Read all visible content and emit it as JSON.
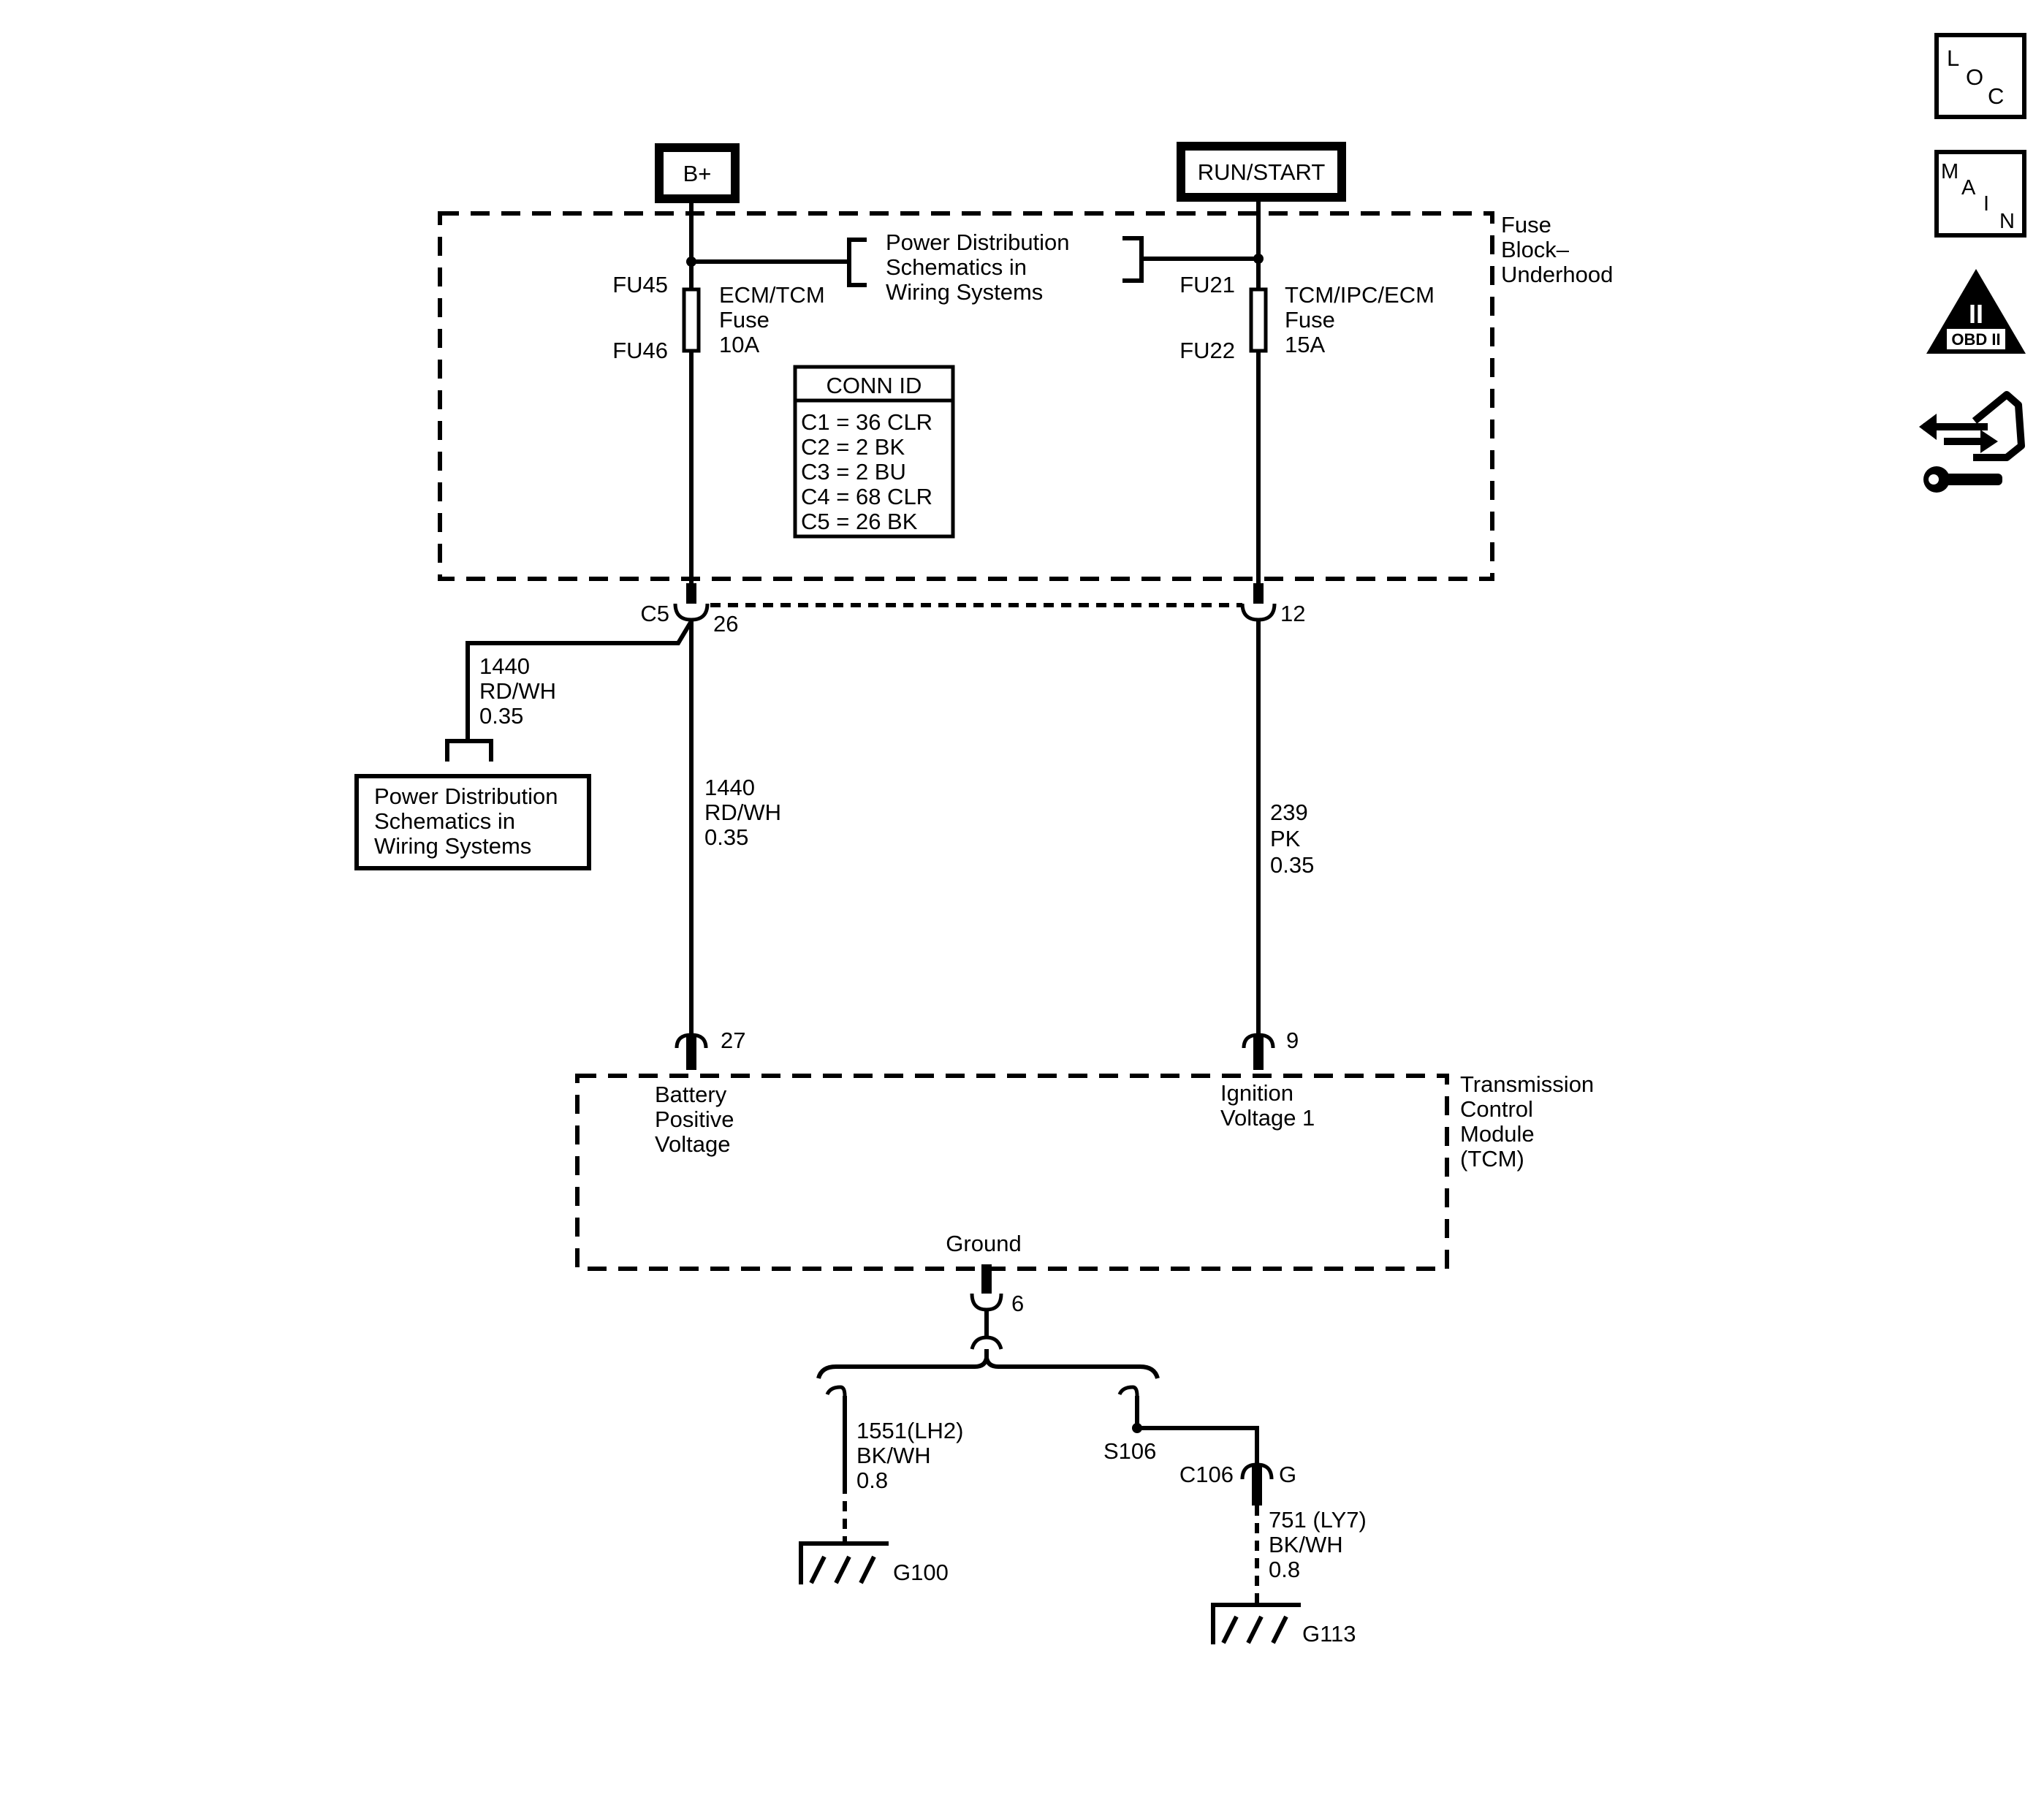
{
  "power_sources": {
    "bplus": "B+",
    "run_start": "RUN/START"
  },
  "fuse_block": {
    "label_line1": "Fuse",
    "label_line2": "Block–",
    "label_line3": "Underhood",
    "power_ref_line1": "Power Distribution",
    "power_ref_line2": "Schematics in",
    "power_ref_line3": "Wiring Systems",
    "fuse_left": {
      "top_id": "FU45",
      "bottom_id": "FU46",
      "name": "ECM/TCM",
      "type": "Fuse",
      "rating": "10A"
    },
    "fuse_right": {
      "top_id": "FU21",
      "bottom_id": "FU22",
      "name": "TCM/IPC/ECM",
      "type": "Fuse",
      "rating": "15A"
    },
    "conn_id": {
      "title": "CONN ID",
      "rows": [
        "C1 = 36 CLR",
        "C2 = 2 BK",
        "C3 = 2 BU",
        "C4 = 68 CLR",
        "C5 = 26 BK"
      ]
    }
  },
  "connectors": {
    "c5_label": "C5",
    "c5_pin_left": "26",
    "c5_pin_right": "12",
    "tcm_pin_left": "27",
    "tcm_pin_right": "9",
    "ground_pin": "6"
  },
  "wires": {
    "branch": {
      "circuit": "1440",
      "color": "RD/WH",
      "size": "0.35"
    },
    "left": {
      "circuit": "1440",
      "color": "RD/WH",
      "size": "0.35"
    },
    "right": {
      "circuit": "239",
      "color": "PK",
      "size": "0.35"
    },
    "ground_left": {
      "circuit": "1551(LH2)",
      "color": "BK/WH",
      "size": "0.8"
    },
    "ground_right": {
      "circuit": "751 (LY7)",
      "color": "BK/WH",
      "size": "0.8"
    }
  },
  "power_ref_box": {
    "line1": "Power Distribution",
    "line2": "Schematics in",
    "line3": "Wiring Systems"
  },
  "tcm": {
    "label_line1": "Transmission",
    "label_line2": "Control",
    "label_line3": "Module",
    "label_line4": "(TCM)",
    "left_input_line1": "Battery",
    "left_input_line2": "Positive",
    "left_input_line3": "Voltage",
    "right_input_line1": "Ignition",
    "right_input_line2": "Voltage 1",
    "ground_label": "Ground"
  },
  "grounds": {
    "splice": "S106",
    "inline_connector": "C106",
    "inline_pin": "G",
    "g100": "G100",
    "g113": "G113"
  },
  "side_icons": {
    "loc_letters": [
      "L",
      "O",
      "C"
    ],
    "main_letters": [
      "M",
      "A",
      "I",
      "N"
    ],
    "obd_roman": "II",
    "obd_text": "OBD II",
    "icon_names": [
      "loc-icon",
      "main-icon",
      "obd-ii-icon",
      "connector-repair-icon"
    ]
  }
}
